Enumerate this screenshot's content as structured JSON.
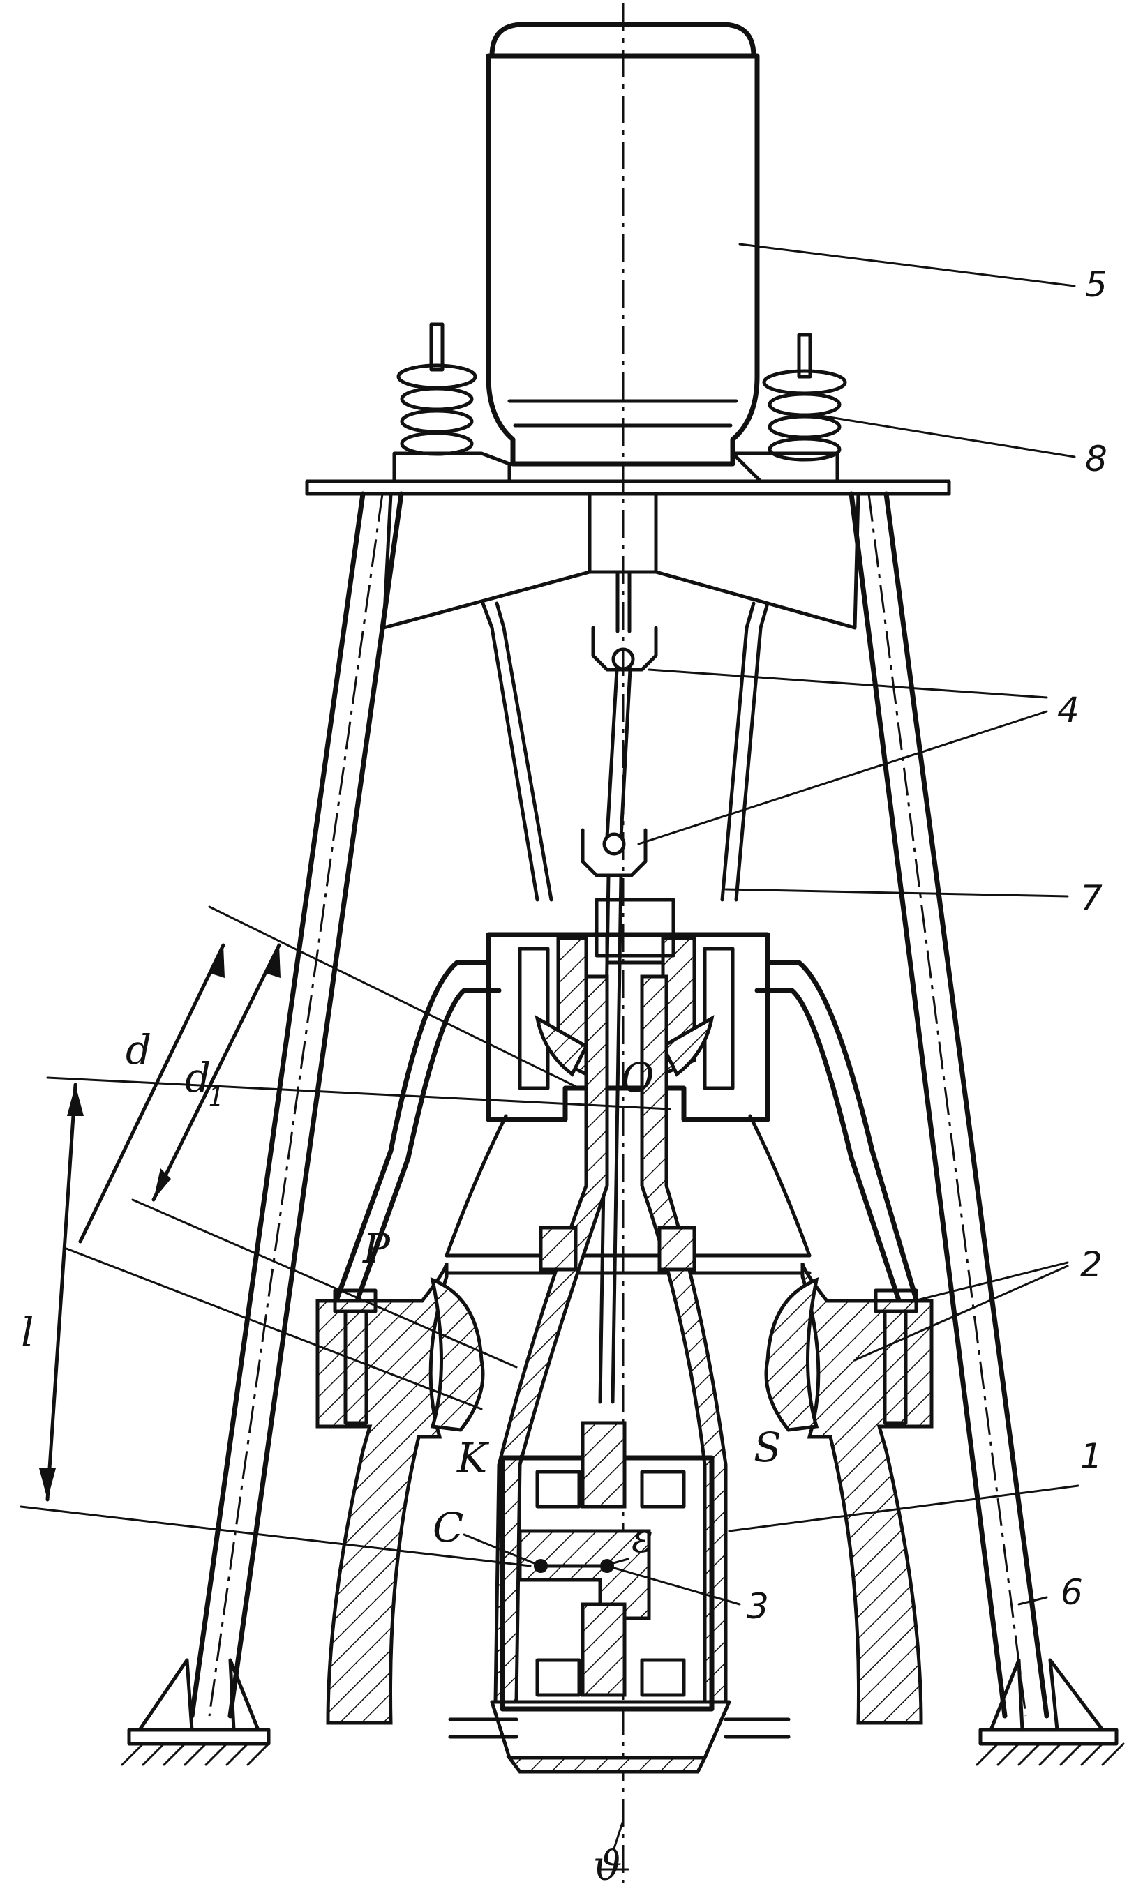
{
  "labels": {
    "part_1": "1",
    "part_2": "2",
    "part_3": "3",
    "part_4": "4",
    "part_5": "5",
    "part_6": "6",
    "part_7": "7",
    "part_8": "8",
    "dim_d": "d",
    "dim_d1": "d",
    "dim_d1_sub": "1",
    "dim_l": "l",
    "point_P": "P",
    "point_K": "K",
    "point_S": "S",
    "point_O": "O",
    "point_C": "C",
    "eccentricity": "ε",
    "angle_theta": "ϑ"
  },
  "colors": {
    "ink": "#111111",
    "paper": "#ffffff"
  }
}
